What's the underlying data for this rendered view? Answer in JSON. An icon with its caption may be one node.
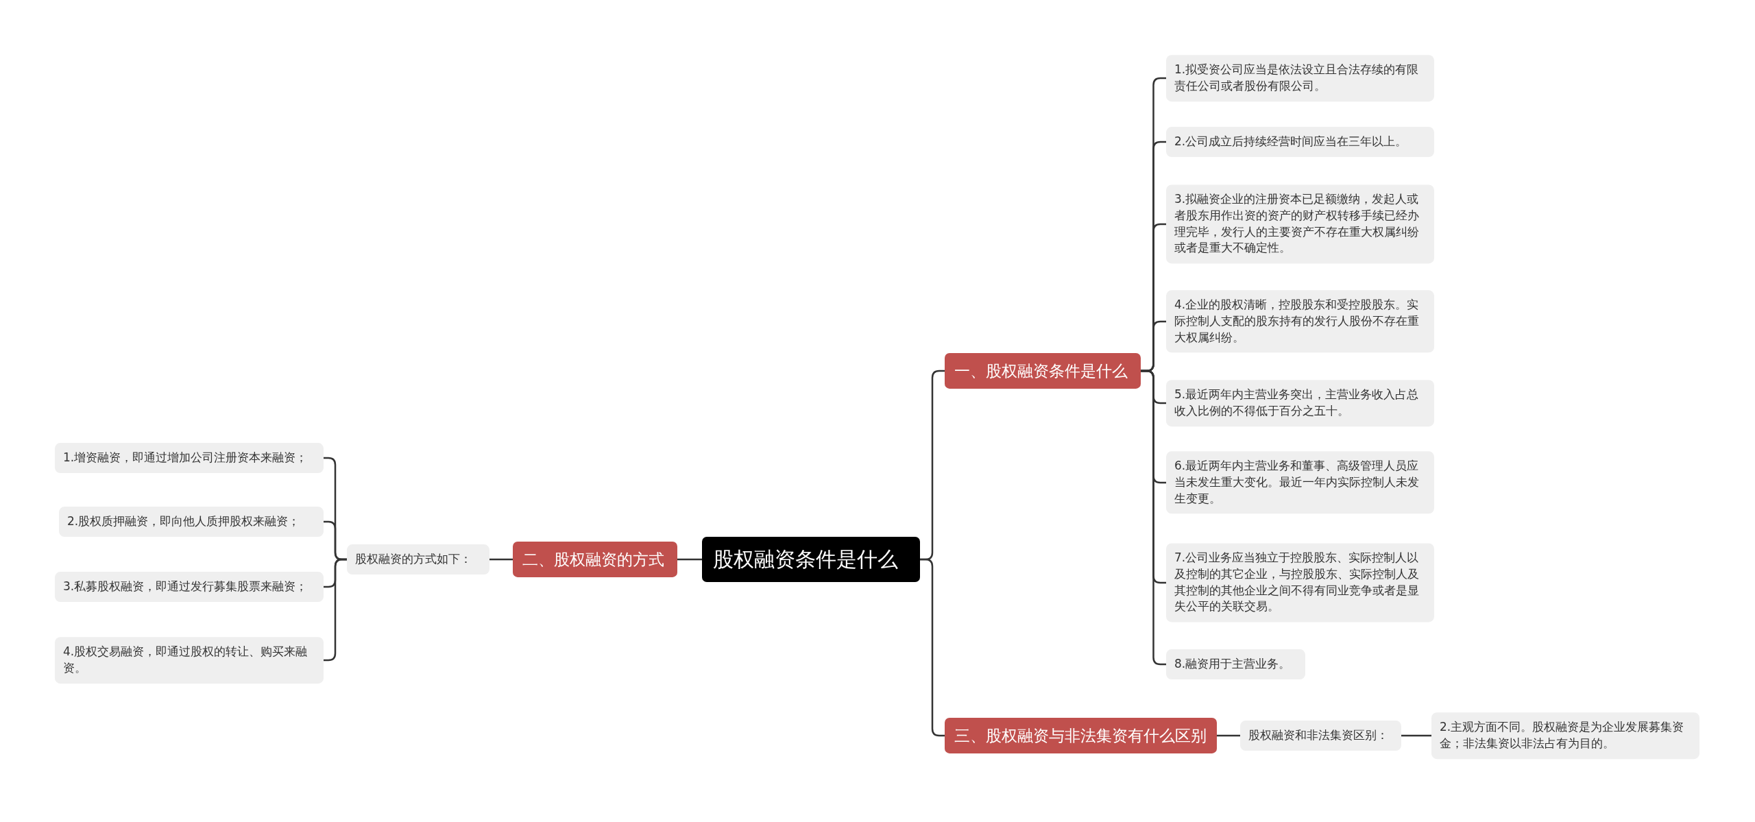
{
  "diagram": {
    "nodes": [
      {
        "text": [
          "股权融资条件是什么"
        ]
      },
      {
        "text": [
          "一、股权融资条件是什么"
        ]
      },
      {
        "text": [
          "1.拟受资公司应当是依法设立且合法存续的有限责任公司或者股份有限公司。"
        ]
      },
      {
        "text": [
          "2.公司成立后持续经营时间应当在三年以上。"
        ]
      },
      {
        "text": [
          "3.拟融资企业的注册资本已足额缴纳，发起人或者股东用作出资的资产的财产权转移手续已经办理完毕，发行人的主要资产不存在重大权属纠纷或者是重大不确定性。"
        ]
      },
      {
        "text": [
          "4.企业的股权清晰，控股股东和受控股股东。实际控制人支配的股东持有的发行人股份不存在重大权属纠纷。"
        ]
      },
      {
        "text": [
          "5.最近两年内主营业务突出，主营业务收入占总收入比例的不得低于百分之五十。"
        ]
      },
      {
        "text": [
          "6.最近两年内主营业务和董事、高级管理人员应当未发生重大变化。最近一年内实际控制人未发生变更。"
        ]
      },
      {
        "text": [
          "7.公司业务应当独立于控股股东、实际控制人以及控制的其它企业，与控股股东、实际控制人及其控制的其他企业之间不得有同业竞争或者是显失公平的关联交易。"
        ]
      },
      {
        "text": [
          "8.融资用于主营业务。"
        ]
      },
      {
        "text": [
          "二、股权融资的方式"
        ]
      },
      {
        "text": [
          "股权融资的方式如下："
        ]
      },
      {
        "text": [
          "1.增资融资，即通过增加公司注册资本来融资；"
        ]
      },
      {
        "text": [
          "2.股权质押融资，即向他人质押股权来融资；"
        ]
      },
      {
        "text": [
          "3.私募股权融资，即通过发行募集股票来融资；"
        ]
      },
      {
        "text": [
          "4.股权交易融资，即通过股权的转让、购买来融资。"
        ]
      },
      {
        "text": [
          "三、股权融资与非法集资有什么区别"
        ]
      },
      {
        "text": [
          "股权融资和非法集资区别："
        ]
      },
      {
        "text": [
          "2.主观方面不同。股权融资是为企业发展募集资金；非法集资以非法占有为目的。"
        ]
      }
    ],
    "edges": [
      {
        "from": 0,
        "to": 1,
        "arrow": "none"
      },
      {
        "from": 1,
        "to": 2,
        "arrow": "none"
      },
      {
        "from": 1,
        "to": 3,
        "arrow": "none"
      },
      {
        "from": 1,
        "to": 4,
        "arrow": "none"
      },
      {
        "from": 1,
        "to": 5,
        "arrow": "none"
      },
      {
        "from": 1,
        "to": 6,
        "arrow": "none"
      },
      {
        "from": 1,
        "to": 7,
        "arrow": "none"
      },
      {
        "from": 1,
        "to": 8,
        "arrow": "none"
      },
      {
        "from": 1,
        "to": 9,
        "arrow": "none"
      },
      {
        "from": 0,
        "to": 10,
        "arrow": "none"
      },
      {
        "from": 10,
        "to": 11,
        "arrow": "none"
      },
      {
        "from": 11,
        "to": 12,
        "arrow": "none"
      },
      {
        "from": 11,
        "to": 13,
        "arrow": "none"
      },
      {
        "from": 11,
        "to": 14,
        "arrow": "none"
      },
      {
        "from": 11,
        "to": 15,
        "arrow": "none"
      },
      {
        "from": 0,
        "to": 16,
        "arrow": "none"
      },
      {
        "from": 16,
        "to": 17,
        "arrow": "none"
      },
      {
        "from": 17,
        "to": 18,
        "arrow": "none"
      }
    ]
  }
}
